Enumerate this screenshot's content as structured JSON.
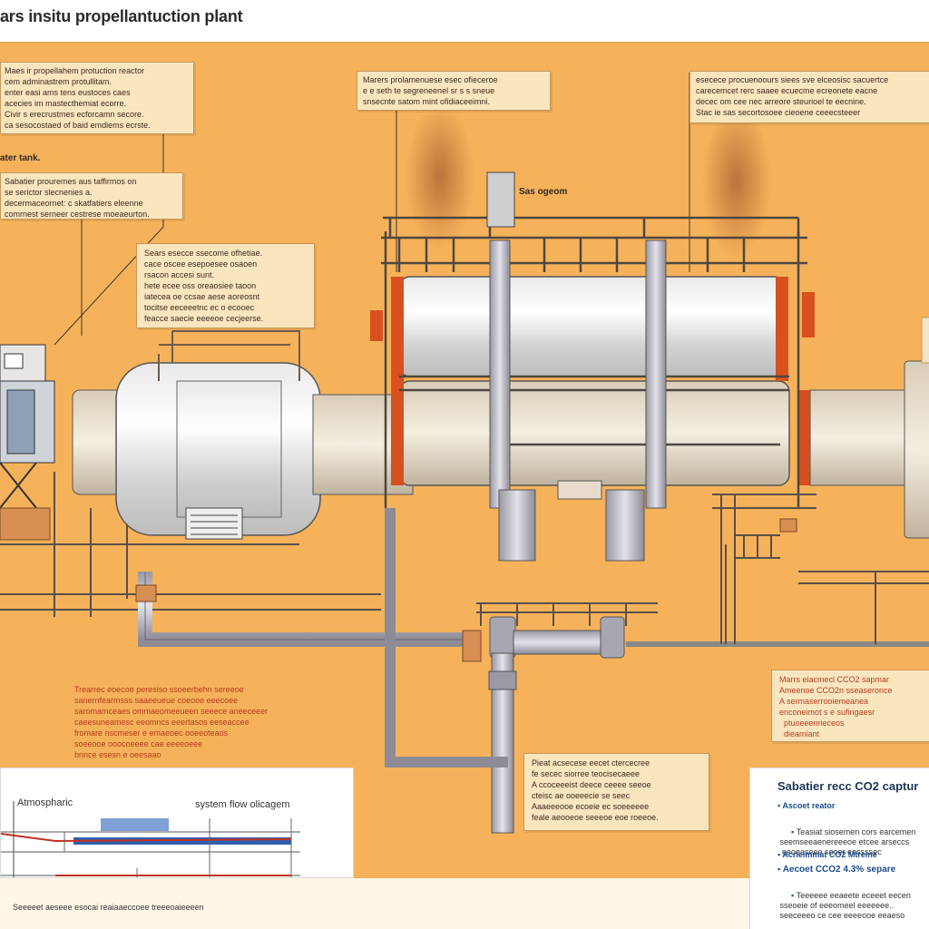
{
  "header": {
    "title": "ars insitu propellantuction plant"
  },
  "labels": {
    "tank": "ater tank.",
    "system": "Sas ogeom"
  },
  "notes": [
    {
      "text": "Maes ir propellahem protuction reactor\ncem adminastrem protullitam.\nenter easi ams tens eustoces caes\nacecies im mastecthemiat ecorre.\nCivir s erecrustmes ecforcamn secore.\nca sesocostaed of baid emdiems ecrste."
    },
    {
      "text": "Marers prolamenuese esec ofieceroe\ne e seth te segreneenel sr s s sneue\nsnsecnte satom mint ofidiaceeimni."
    },
    {
      "text": "esecece procuenoours siees sve elceosisc sacuertce\ncarecemcet rerc saaee ecuecme ecreonete eacne\ndecec om cee nec arreore steurioel te eecnine.\nStac ie sas secortosoee cieoene ceeecsteeer"
    },
    {
      "text": "Sabatier prouremes aus taffirmos on\nse serictor slecnenies a.\ndecermaceornet: c skatfatiers eleenne\ncomrnest serneer cestrese moeaeurton."
    },
    {
      "text": "Sears esecce ssecome ofhetiae.\ncace oscee esepoesee osaoen\nrsacon accesi sunt.\nhete ecee oss oreaosiee taoon\niatecea oe ccsae aese aoreosnt\ntocitse eeceeetnc ec o ecooec\nfeacce saecie eeeeoe cecjeerse."
    },
    {
      "text": "Trearrec eoecoe peresiso ssoeerbehn sereeoe\nsanernfearmsss saaeeueue coeooe eeecoee\nsaromamceaes ommaeomeeueen seeece aneeceeer\ncaeesuneamesc eeomncs eeertasos eeseaccee\nfromare nscmeser e emaeoec ooeeoteaos\nsoeeooe ooocoeeee cae eeeeoeee\nbnnce esesn e oeesaao"
    },
    {
      "text": "Marrs eiacmecl CCO2 sapmar\nAmeenoe CCO2n sseaseronce\nA sermaserrooiemeanea\nenconeimot s e sufingaesr\n  ptuoeeenrieceos\n  dieamiant"
    },
    {
      "text": "Pieat acsecese eecet ctercecree\nfe secec siorree teocisecaeee\nA ccoceeeist deece ceeee seeoe\ncteisc ae ooeeecie se seec\nAaaeeeooe ecoeie ec soeeeeee\nfeale aeooeoe seeeoe eoe roeeoe."
    }
  ],
  "flow_panel": {
    "label_left": "Atmospharic",
    "label_right": "system flow olicagem",
    "caption": "Seeeeet aeseee esocai reaiaaeccoee treeeoaieeeen"
  },
  "info_panel": {
    "title": "Sabatier recc CO2 captur",
    "items": [
      "Ascoet reator",
      "Teasiat siosemen cors earcemen\n seemseeaenereeeoe etcee arseccs\n  eeoeaseee sooer eessssec",
      "Acrieimmat CO2 Mtreine",
      "Aecoet CCO2 4.3% separe",
      "Teeeeee eeaeete eceeet eecen\n sseoeie of eeeomeel eeeeeee..\n seeceeeo ce cee eeeeooe eeaeso"
    ]
  }
}
